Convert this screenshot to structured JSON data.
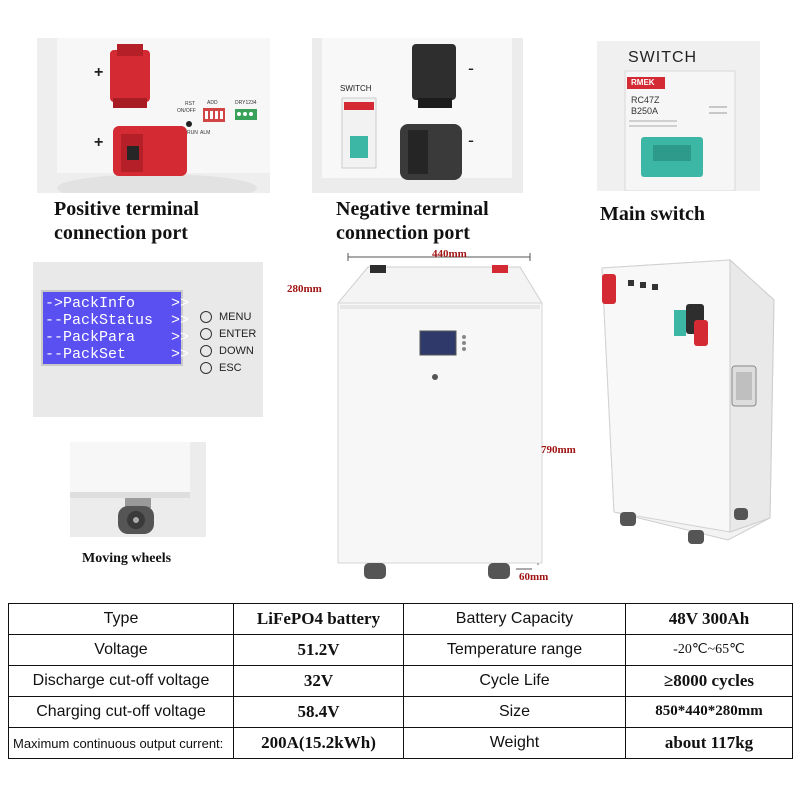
{
  "photos": {
    "positive": {
      "plus_top": "+",
      "plus_bottom": "+",
      "panel_labels": [
        "RST",
        "ON/OFF",
        "ADD",
        "DRY1234",
        "RUN",
        "ALM"
      ]
    },
    "negative": {
      "switch_label": "SWITCH",
      "minus_top": "-",
      "minus_bottom": "-"
    },
    "main_switch": {
      "switch_label": "SWITCH",
      "brand": "RMEK",
      "model": "RC47Z",
      "rating": "B250A"
    },
    "lcd": {
      "lines": [
        "->PackInfo    >>",
        "--PackStatus  >>",
        "--PackPara    >>",
        "--PackSet     >>"
      ],
      "buttons": [
        "MENU",
        "ENTER",
        "DOWN",
        "ESC"
      ]
    }
  },
  "captions": {
    "positive_line1": "Positive terminal",
    "positive_line2": "connection port",
    "negative_line1": "Negative terminal",
    "negative_line2": "connection port",
    "main_switch": "Main switch",
    "wheels": "Moving wheels"
  },
  "dimensions": {
    "width": "440mm",
    "depth": "280mm",
    "height": "790mm",
    "wheel": "60mm"
  },
  "specs": {
    "rows": [
      {
        "l1": "Type",
        "v1": "LiFePO4 battery",
        "l2": "Battery Capacity",
        "v2": "48V 300Ah"
      },
      {
        "l1": "Voltage",
        "v1": "51.2V",
        "l2": "Temperature range",
        "v2": "-20℃~65℃"
      },
      {
        "l1": "Discharge cut-off voltage",
        "v1": "32V",
        "l2": "Cycle Life",
        "v2": "≥8000 cycles"
      },
      {
        "l1": "Charging cut-off voltage",
        "v1": "58.4V",
        "l2": "Size",
        "v2": "850*440*280mm"
      },
      {
        "l1": "Maximum continuous output current:",
        "v1": "200A(15.2kWh)",
        "l2": "Weight",
        "v2": "about 117kg"
      }
    ]
  },
  "colors": {
    "positive_cap": "#d42a33",
    "negative_cap": "#2e2e2e",
    "lcd_background": "#5a4ff0",
    "switch_green": "#3cb7a6",
    "dimension_text": "#a01414"
  }
}
